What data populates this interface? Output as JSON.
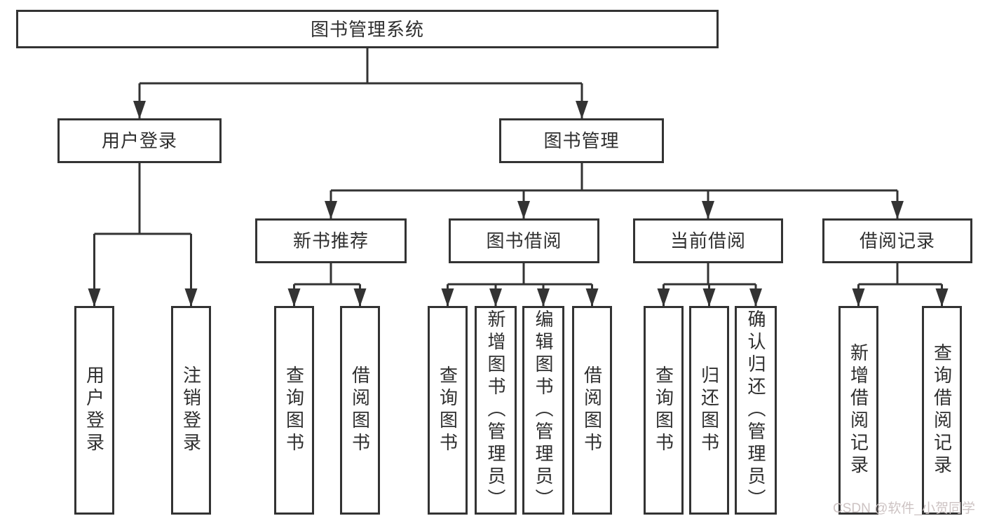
{
  "colors": {
    "line": "#333333",
    "box_border": "#333333",
    "box_fill": "#ffffff",
    "text": "#2f2f2f",
    "watermark": "#cdc3c3"
  },
  "watermark": {
    "text": "CSDN @软件_小贺同学"
  },
  "tree": {
    "label": "图书管理系统",
    "children": [
      {
        "label": "用户登录",
        "children": [
          {
            "label": "用户登录"
          },
          {
            "label": "注销登录"
          }
        ]
      },
      {
        "label": "图书管理",
        "children": [
          {
            "label": "新书推荐",
            "children": [
              {
                "label": "查询图书"
              },
              {
                "label": "借阅图书"
              }
            ]
          },
          {
            "label": "图书借阅",
            "children": [
              {
                "label": "查询图书"
              },
              {
                "label": "新增图书（管理员）"
              },
              {
                "label": "编辑图书（管理员）"
              },
              {
                "label": "借阅图书"
              }
            ]
          },
          {
            "label": "当前借阅",
            "children": [
              {
                "label": "查询图书"
              },
              {
                "label": "归还图书"
              },
              {
                "label": "确认归还（管理员）"
              }
            ]
          },
          {
            "label": "借阅记录",
            "children": [
              {
                "label": "新增借阅记录"
              },
              {
                "label": "查询借阅记录"
              }
            ]
          }
        ]
      }
    ]
  }
}
